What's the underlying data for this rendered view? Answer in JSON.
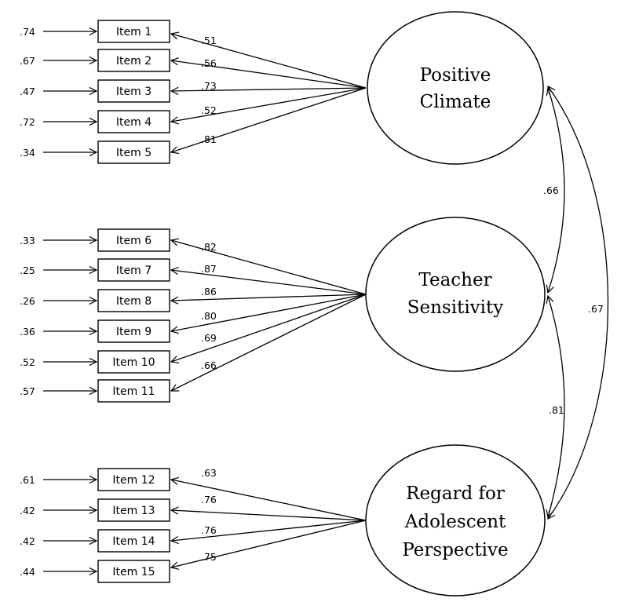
{
  "items": [
    {
      "label": "Item 1",
      "error": ".74",
      "loading": ".51"
    },
    {
      "label": "Item 2",
      "error": ".67",
      "loading": ".56"
    },
    {
      "label": "Item 3",
      "error": ".47",
      "loading": ".73"
    },
    {
      "label": "Item 4",
      "error": ".72",
      "loading": ".52"
    },
    {
      "label": "Item 5",
      "error": ".34",
      "loading": ".81"
    },
    {
      "label": "Item 6",
      "error": ".33",
      "loading": ".82"
    },
    {
      "label": "Item 7",
      "error": ".25",
      "loading": ".87"
    },
    {
      "label": "Item 8",
      "error": ".26",
      "loading": ".86"
    },
    {
      "label": "Item 9",
      "error": ".36",
      "loading": ".80"
    },
    {
      "label": "Item 10",
      "error": ".52",
      "loading": ".69"
    },
    {
      "label": "Item 11",
      "error": ".57",
      "loading": ".66"
    },
    {
      "label": "Item 12",
      "error": ".61",
      "loading": ".63"
    },
    {
      "label": "Item 13",
      "error": ".42",
      "loading": ".76"
    },
    {
      "label": "Item 14",
      "error": ".42",
      "loading": ".76"
    },
    {
      "label": "Item 15",
      "error": ".44",
      "loading": ".75"
    }
  ],
  "factors": [
    {
      "line1": "Positive",
      "line2": "Climate",
      "line3": ""
    },
    {
      "line1": "Teacher",
      "line2": "Sensitivity",
      "line3": ""
    },
    {
      "line1": "Regard for",
      "line2": "Adolescent",
      "line3": "Perspective"
    }
  ],
  "correlations": {
    "positive_teacher": ".66",
    "teacher_regard": ".81",
    "positive_regard": ".67"
  },
  "colors": {
    "stroke": "#000000",
    "background": "#ffffff"
  }
}
